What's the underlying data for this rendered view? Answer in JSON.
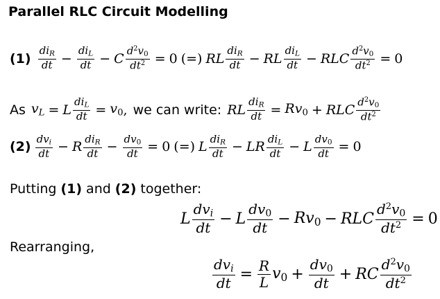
{
  "title": "Parallel RLC Circuit Modelling",
  "labels": {
    "one": "(1)",
    "two": "(2)"
  },
  "text": {
    "as": "As",
    "we_can_write": "we can write:",
    "putting": "Putting",
    "and": "and",
    "together": "together:",
    "rearranging": "Rearranging,"
  }
}
